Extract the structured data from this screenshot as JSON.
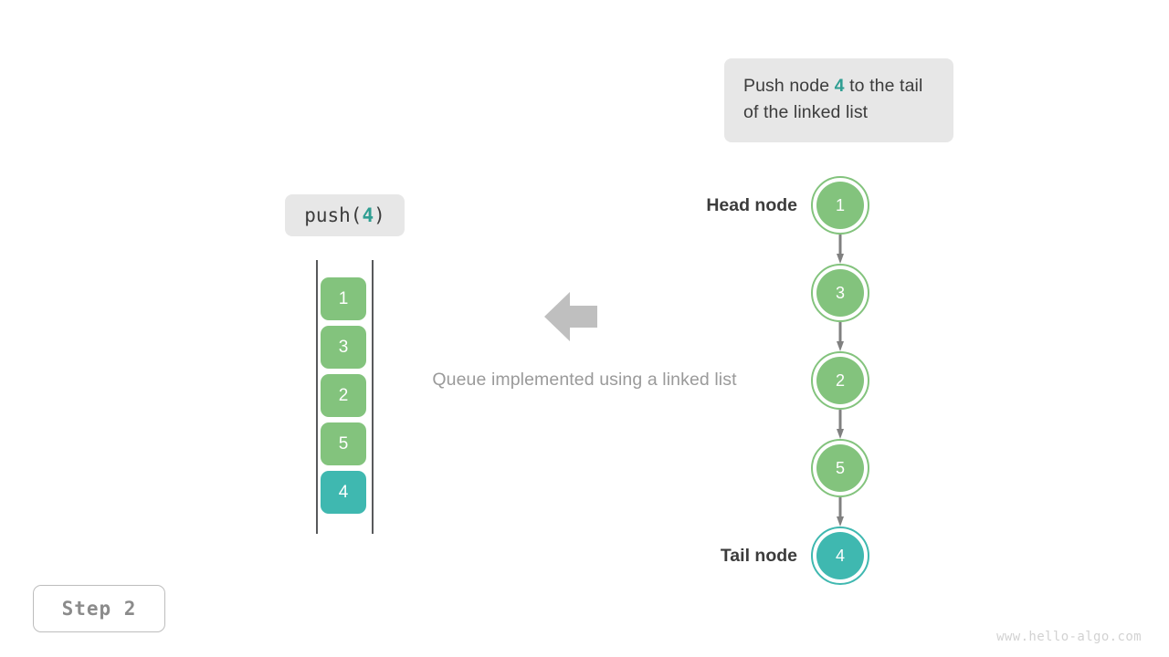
{
  "description": {
    "prefix": "Push node ",
    "highlight": "4",
    "suffix": " to the tail of the linked list"
  },
  "operation": {
    "name": "push(",
    "argument": "4",
    "close": ")"
  },
  "queue_array": {
    "items": [
      {
        "value": "1",
        "color": "green"
      },
      {
        "value": "3",
        "color": "green"
      },
      {
        "value": "2",
        "color": "green"
      },
      {
        "value": "5",
        "color": "green"
      },
      {
        "value": "4",
        "color": "teal"
      }
    ]
  },
  "center": {
    "caption": "Queue implemented using a linked list"
  },
  "linked_list": {
    "head_label": "Head node",
    "tail_label": "Tail node",
    "nodes": [
      {
        "value": "1",
        "color": "green"
      },
      {
        "value": "3",
        "color": "green"
      },
      {
        "value": "2",
        "color": "green"
      },
      {
        "value": "5",
        "color": "green"
      },
      {
        "value": "4",
        "color": "teal"
      }
    ]
  },
  "step_badge": "Step 2",
  "watermark": "www.hello-algo.com",
  "colors": {
    "green": "#83c37d",
    "teal": "#3fb8b0",
    "accent_text": "#2f9e92",
    "bubble_bg": "#e7e7e7",
    "arrow_gray": "#bfbfbf",
    "link_gray": "#808080"
  }
}
